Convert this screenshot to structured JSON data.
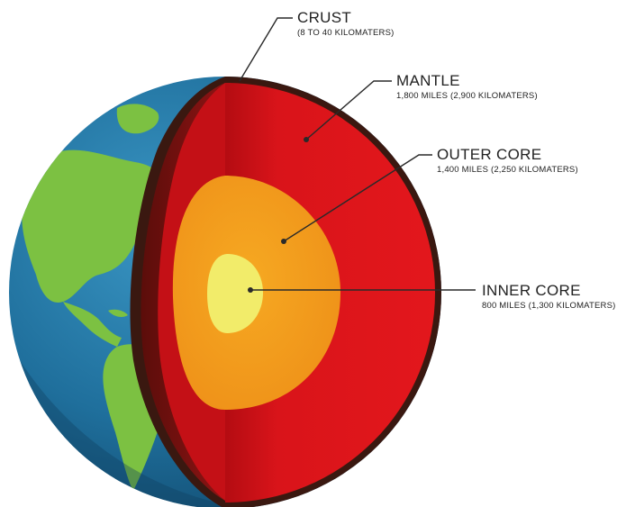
{
  "layers": [
    {
      "id": "crust",
      "title": "CRUST",
      "detail": "(8 TO 40 KILOMATERS)"
    },
    {
      "id": "mantle",
      "title": "MANTLE",
      "detail": "1,800 MILES (2,900 KILOMATERS)"
    },
    {
      "id": "outer-core",
      "title": "OUTER CORE",
      "detail": "1,400 MILES (2,250 KILOMATERS)"
    },
    {
      "id": "inner-core",
      "title": "INNER CORE",
      "detail": "800 MILES (1,300 KILOMATERS)"
    }
  ],
  "colors": {
    "ocean": "#1f6f9c",
    "land": "#7cc142",
    "crust": "#3a1810",
    "mantle": "#e0141a",
    "outer_core": "#f29a1f",
    "inner_core": "#f2ec6a"
  }
}
